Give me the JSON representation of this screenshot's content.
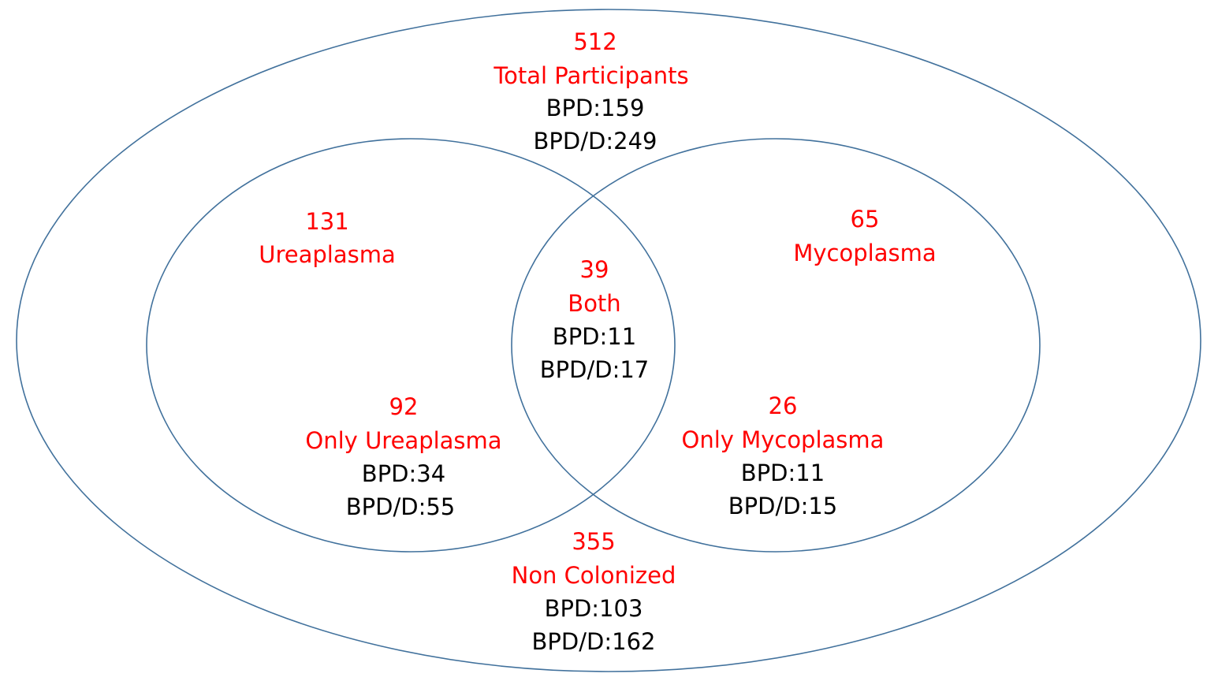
{
  "colors": {
    "outline": "#41719c",
    "highlight_text": "#ff0000",
    "body_text": "#000000",
    "background": "#ffffff"
  },
  "regions": {
    "total": {
      "count": "512",
      "label": "Total Participants",
      "bpd": "BPD:159",
      "bpd_d": "BPD/D:249"
    },
    "ureaplasma": {
      "count": "131",
      "label": "Ureaplasma"
    },
    "mycoplasma": {
      "count": "65",
      "label": "Mycoplasma"
    },
    "both": {
      "count": "39",
      "label": "Both",
      "bpd": "BPD:11",
      "bpd_d": "BPD/D:17"
    },
    "only_ureaplasma": {
      "count": "92",
      "label": "Only Ureaplasma",
      "bpd": "BPD:34",
      "bpd_d": "BPD/D:55"
    },
    "only_mycoplasma": {
      "count": "26",
      "label": "Only Mycoplasma",
      "bpd": "BPD:11",
      "bpd_d": "BPD/D:15"
    },
    "non_colonized": {
      "count": "355",
      "label": "Non Colonized",
      "bpd": "BPD:103",
      "bpd_d": "BPD/D:162"
    }
  }
}
